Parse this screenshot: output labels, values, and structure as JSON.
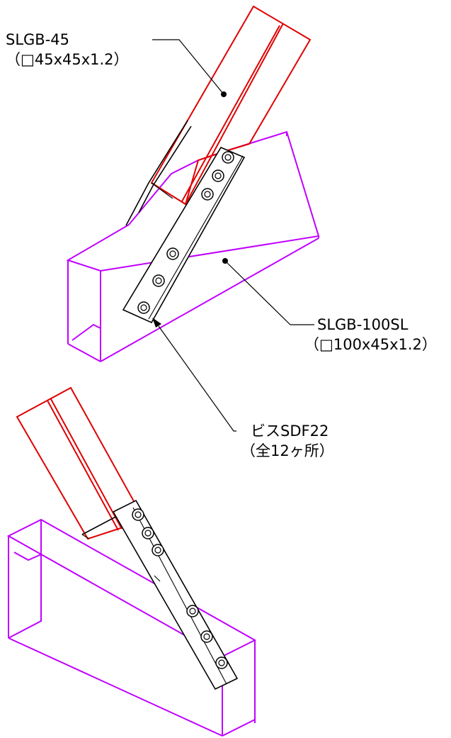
{
  "labels": {
    "brace": {
      "name": "SLGB-45",
      "spec": "（□45x45x1.2）"
    },
    "beam": {
      "name": "SLGB-100SL",
      "spec": "（□100x45x1.2）"
    },
    "screw": {
      "name": "ビスSDF22",
      "spec": "（全12ヶ所）"
    }
  },
  "colors": {
    "beam": "#c000ff",
    "brace": "#e00000",
    "plate_and_leaders": "#000000"
  }
}
